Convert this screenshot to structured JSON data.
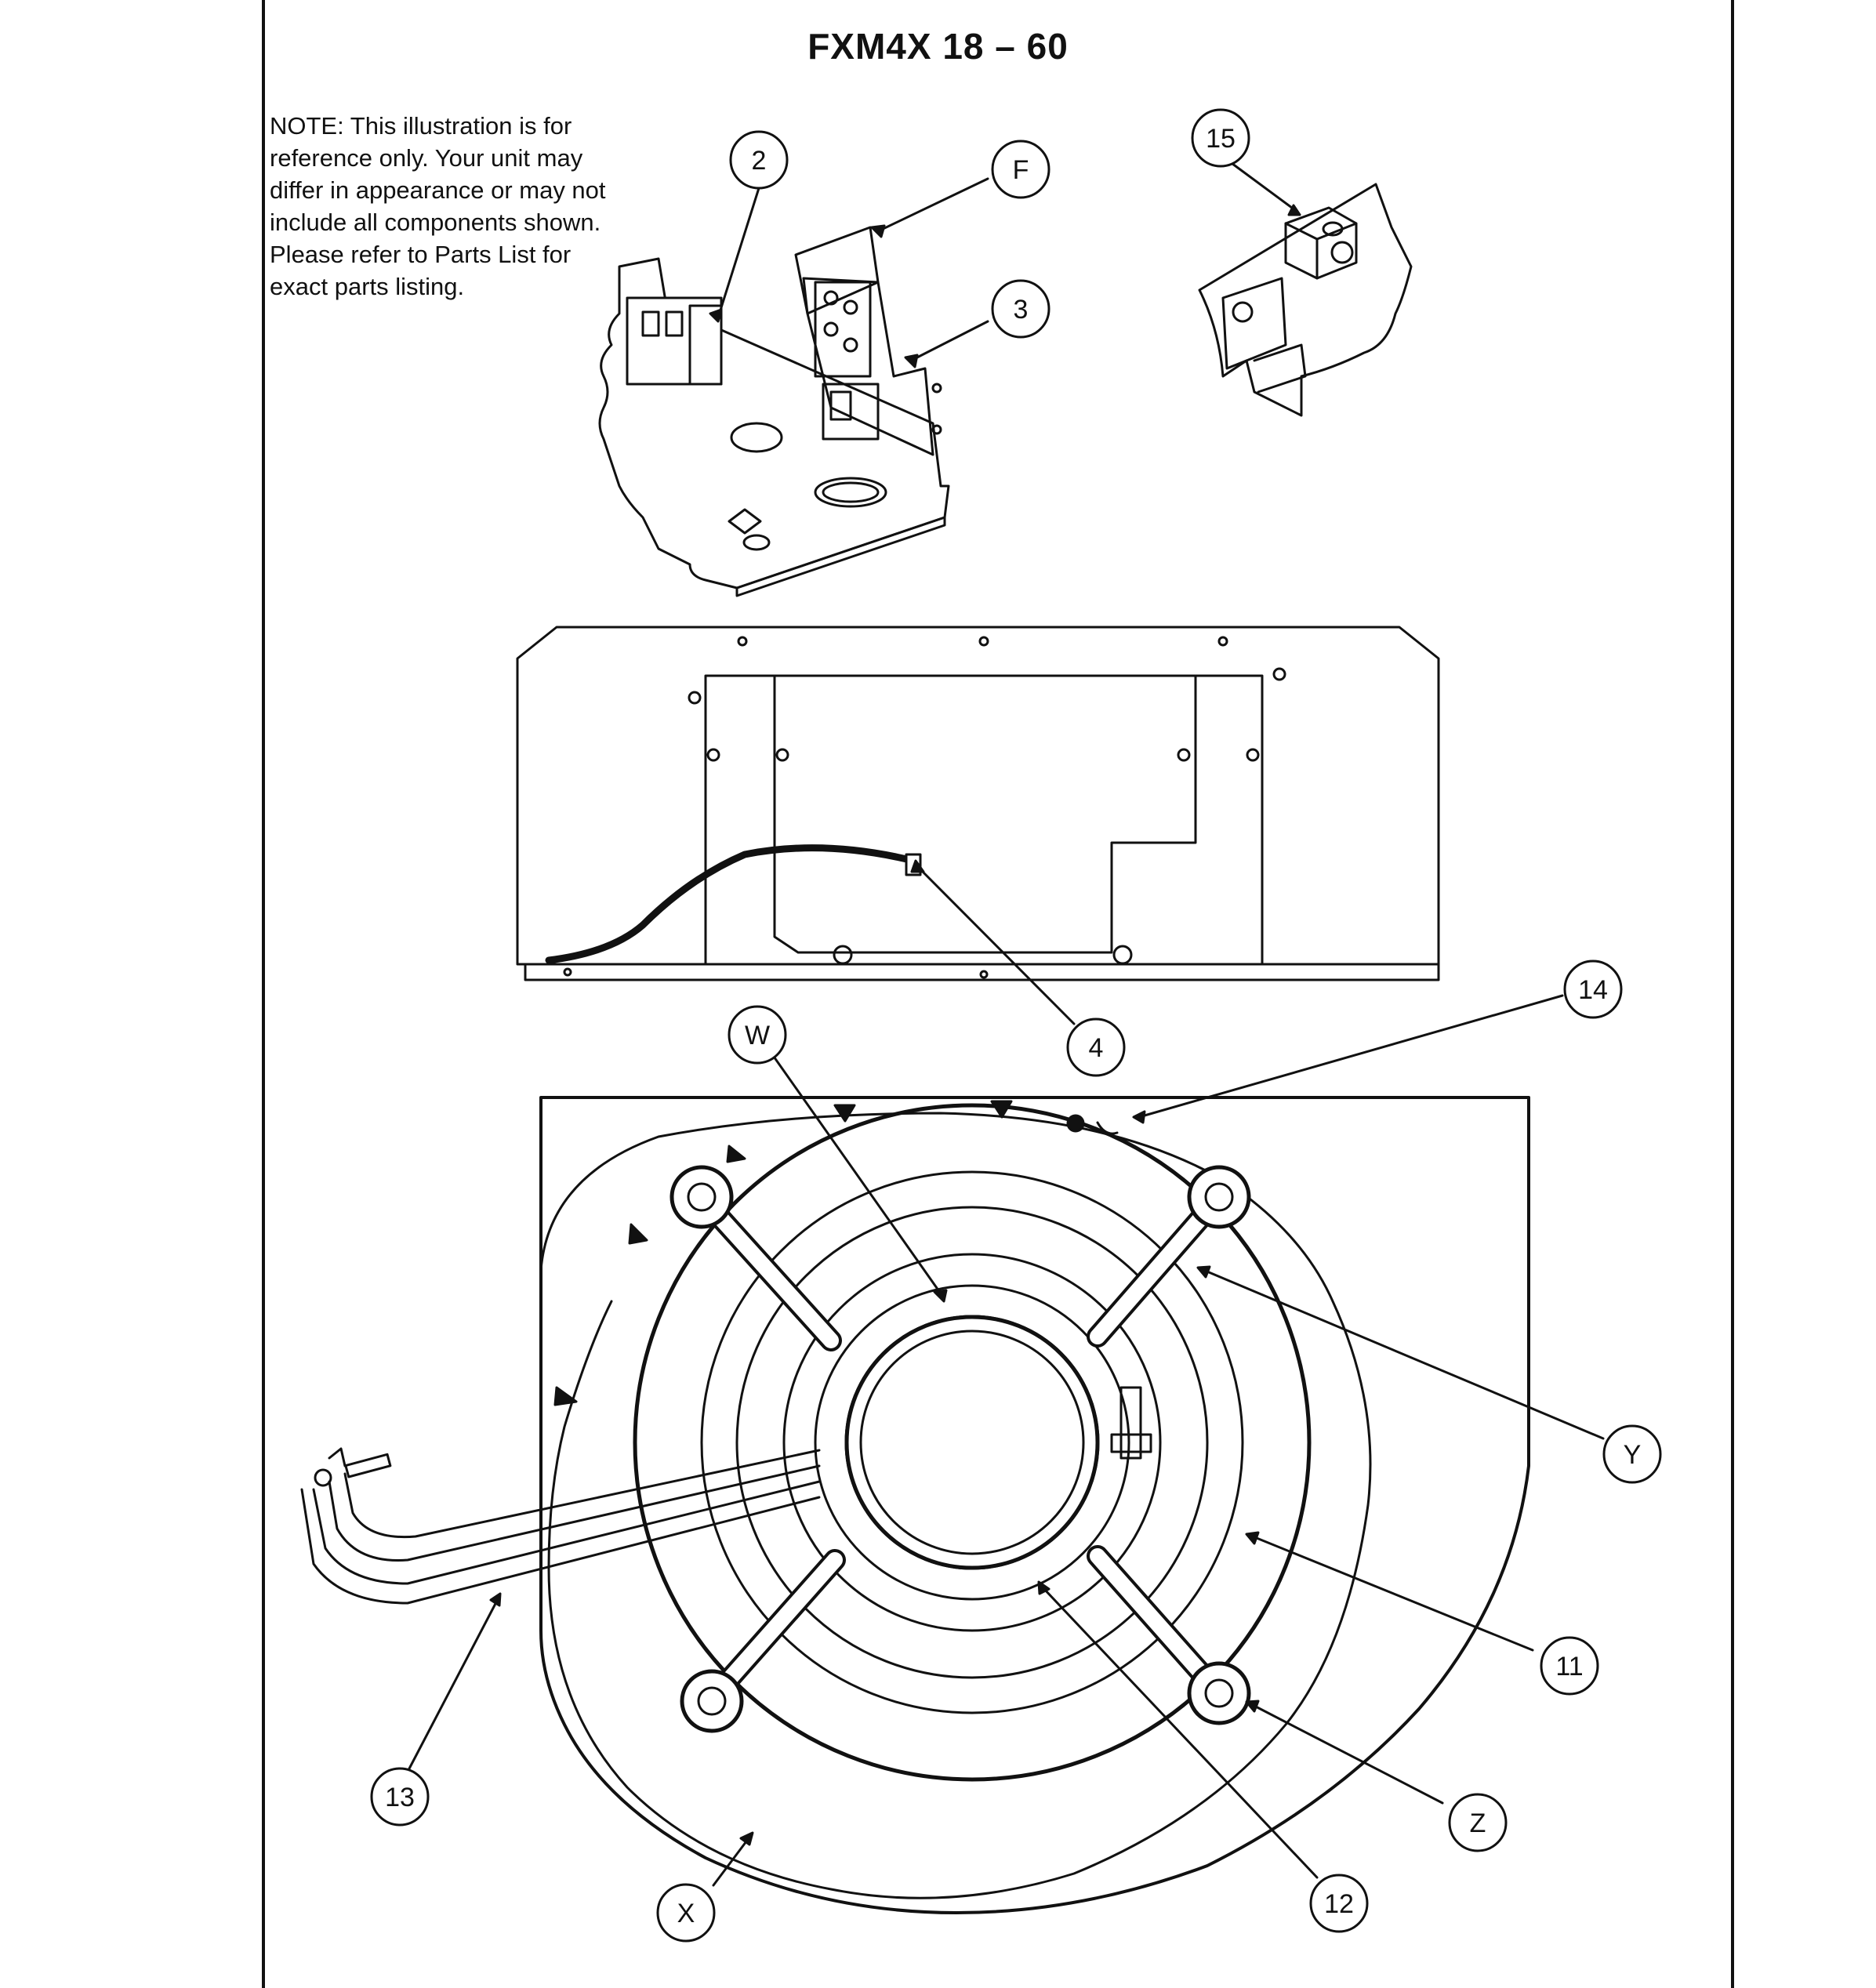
{
  "title": "FXM4X  18 – 60",
  "note": "NOTE: This illustration is for\nreference only.  Your unit may\ndiffer in appearance or may not\ninclude all components shown.\nPlease refer to Parts List for\nexact parts listing.",
  "callouts": [
    {
      "id": "2",
      "label": "2"
    },
    {
      "id": "F",
      "label": "F"
    },
    {
      "id": "3",
      "label": "3"
    },
    {
      "id": "15",
      "label": "15"
    },
    {
      "id": "4",
      "label": "4"
    },
    {
      "id": "14",
      "label": "14"
    },
    {
      "id": "W",
      "label": "W"
    },
    {
      "id": "Y",
      "label": "Y"
    },
    {
      "id": "11",
      "label": "11"
    },
    {
      "id": "Z",
      "label": "Z"
    },
    {
      "id": "13",
      "label": "13"
    },
    {
      "id": "12",
      "label": "12"
    },
    {
      "id": "X",
      "label": "X"
    }
  ]
}
